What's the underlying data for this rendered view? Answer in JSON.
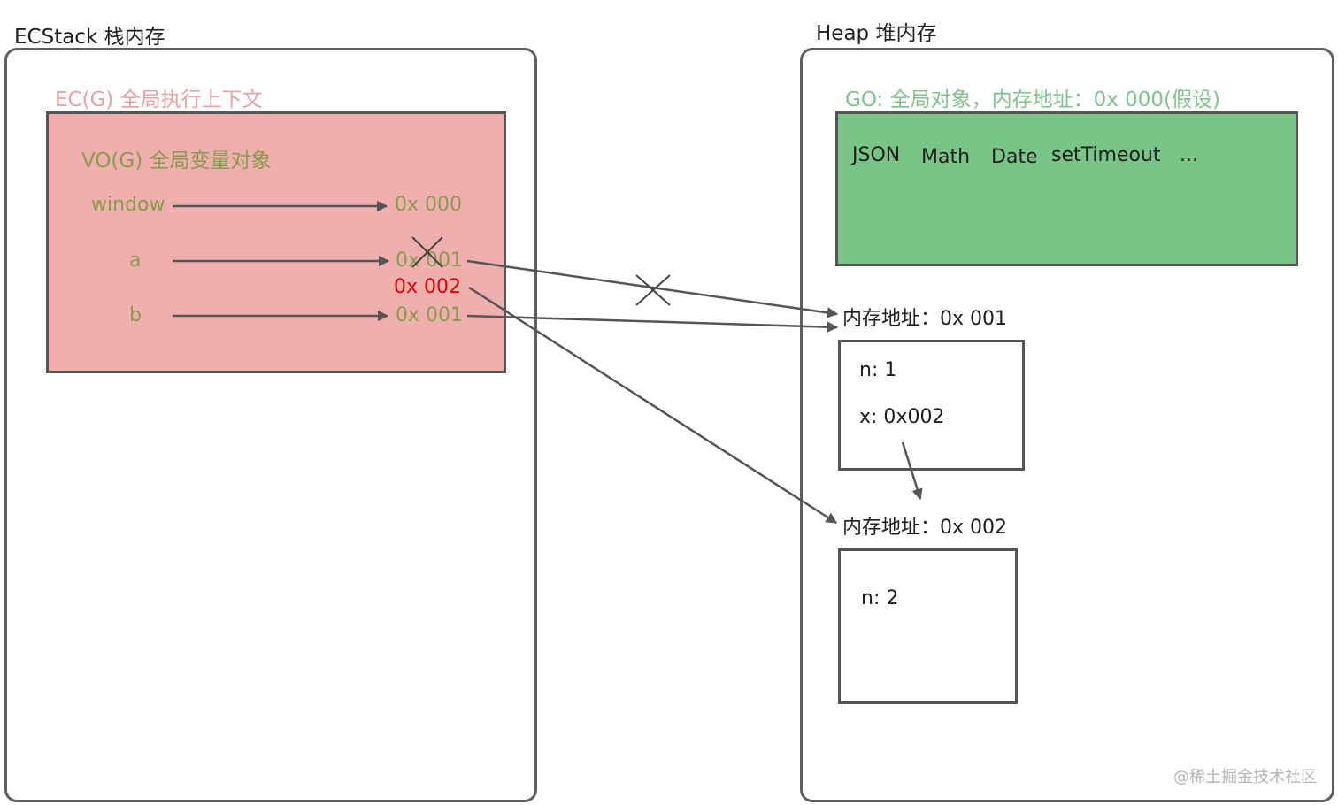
{
  "stack": {
    "title": "ECStack 栈内存",
    "ec_label": "EC(G) 全局执行上下文",
    "vo_label": "VO(G) 全局变量对象",
    "vars": [
      {
        "name": "window",
        "value": "0x 000"
      },
      {
        "name": "a",
        "value": "0x 001",
        "new_value": "0x 002"
      },
      {
        "name": "b",
        "value": "0x 001"
      }
    ]
  },
  "heap": {
    "title": "Heap 堆内存",
    "go_label": "GO: 全局对象，内存地址：0x 000(假设)",
    "builtins": [
      "JSON",
      "Math",
      "Date",
      "setTimeout",
      "..."
    ],
    "objects": [
      {
        "address_label": "内存地址：0x 001",
        "props": [
          "n: 1",
          "x: 0x002"
        ]
      },
      {
        "address_label": "内存地址：0x 002",
        "props": [
          "n: 2"
        ]
      }
    ]
  },
  "watermark": "@稀土掘金技术社区",
  "colors": {
    "border": "#5f5f5f",
    "ec_fill": "#f0afaf",
    "ec_label": "#e9a1a1",
    "vo_text": "#8a9a4a",
    "go_fill": "#79c487",
    "go_label": "#7fc28c",
    "new_value": "#e00000",
    "arrow": "#555555"
  }
}
